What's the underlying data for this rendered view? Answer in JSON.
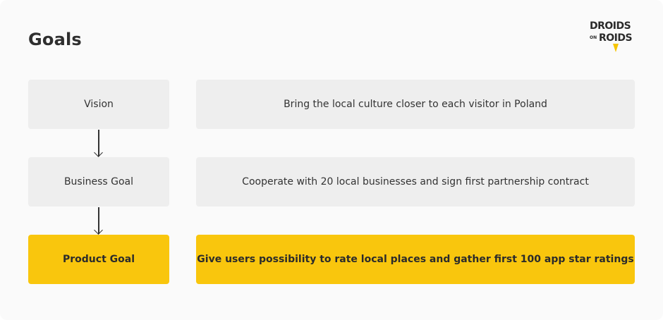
{
  "title": "Goals",
  "logo": {
    "line1": "DROIDS",
    "on": "ON",
    "line2": "ROIDS"
  },
  "colors": {
    "highlight": "#f9c60d",
    "box": "#eeeeee",
    "background": "#fafafa"
  },
  "rows": [
    {
      "label": "Vision",
      "text": "Bring the local culture closer to each visitor in Poland",
      "highlighted": false
    },
    {
      "label": "Business Goal",
      "text": "Cooperate with 20 local businesses and sign first partnership contract",
      "highlighted": false
    },
    {
      "label": "Product Goal",
      "text": "Give users possibility to rate local places and gather first 100 app star ratings",
      "highlighted": true
    }
  ]
}
